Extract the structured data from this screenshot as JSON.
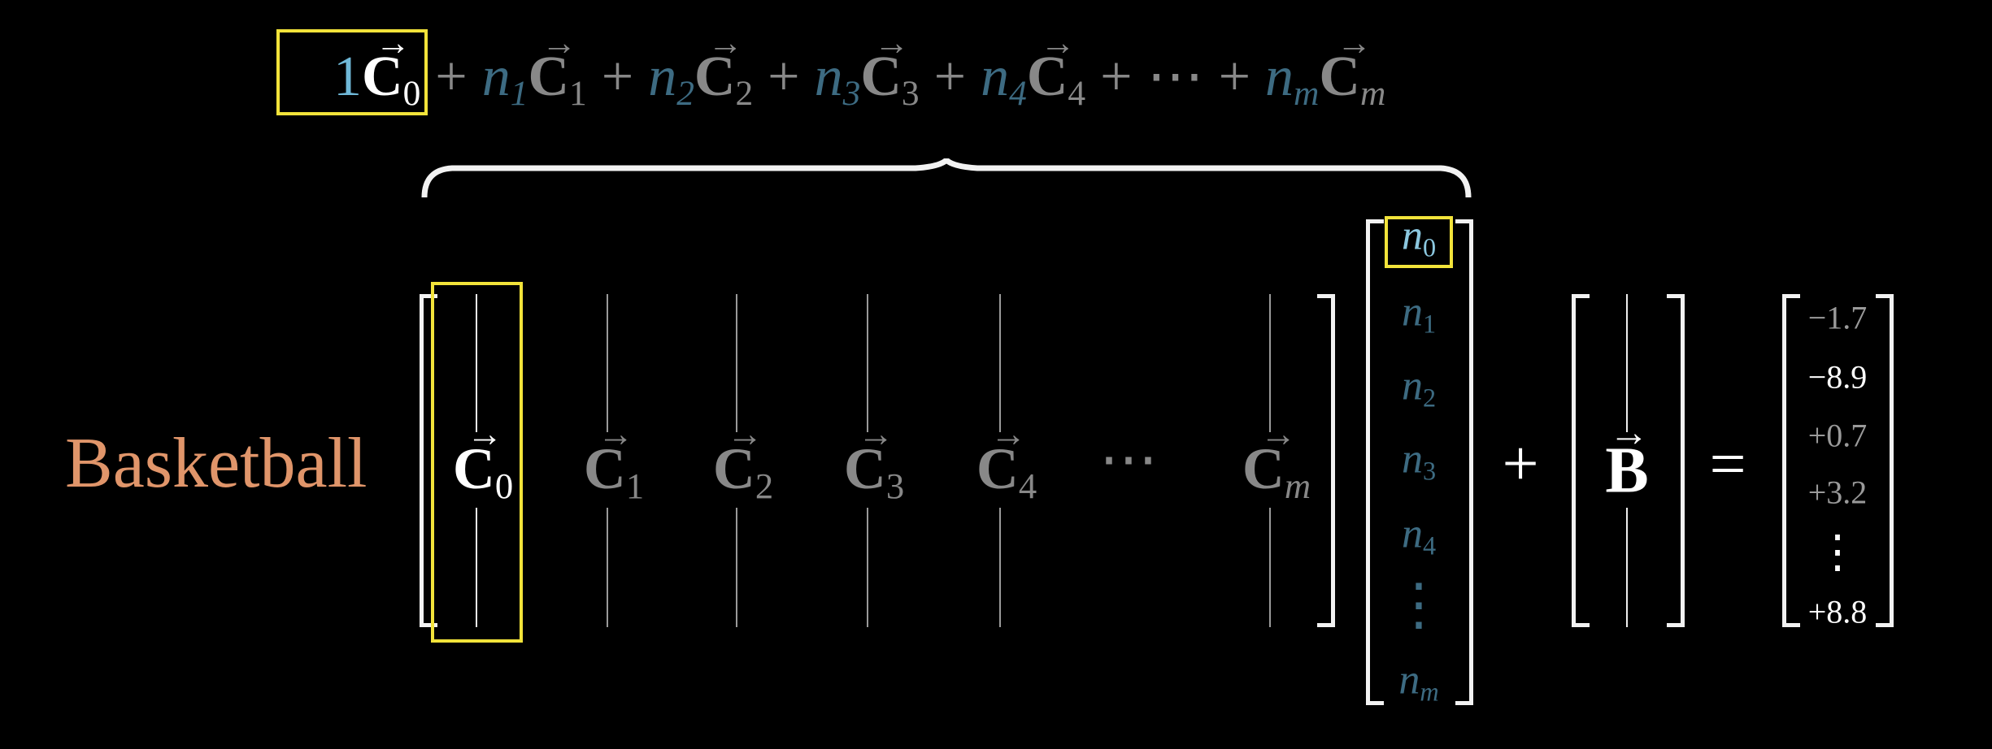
{
  "top_equation": {
    "terms": [
      {
        "coef": "1",
        "vec": "C",
        "sub": "0",
        "highlighted": true
      },
      {
        "coef": "n",
        "coef_sub": "1",
        "vec": "C",
        "sub": "1"
      },
      {
        "coef": "n",
        "coef_sub": "2",
        "vec": "C",
        "sub": "2"
      },
      {
        "coef": "n",
        "coef_sub": "3",
        "vec": "C",
        "sub": "3"
      },
      {
        "coef": "n",
        "coef_sub": "4",
        "vec": "C",
        "sub": "4"
      },
      {
        "ellipsis": "⋯"
      },
      {
        "coef": "n",
        "coef_sub": "m",
        "vec": "C",
        "sub": "m"
      }
    ],
    "plus": "+",
    "arrow": "→"
  },
  "row_label": "Basketball",
  "matrix": {
    "columns": [
      {
        "vec": "C",
        "sub": "0",
        "highlighted": true
      },
      {
        "vec": "C",
        "sub": "1"
      },
      {
        "vec": "C",
        "sub": "2"
      },
      {
        "vec": "C",
        "sub": "3"
      },
      {
        "vec": "C",
        "sub": "4"
      },
      {
        "ellipsis": "⋯"
      },
      {
        "vec": "C",
        "sub": "m"
      }
    ]
  },
  "coef_vector": [
    {
      "sym": "n",
      "sub": "0",
      "highlighted": true
    },
    {
      "sym": "n",
      "sub": "1"
    },
    {
      "sym": "n",
      "sub": "2"
    },
    {
      "sym": "n",
      "sub": "3"
    },
    {
      "sym": "n",
      "sub": "4"
    },
    {
      "vdots": "⋮"
    },
    {
      "sym": "n",
      "sub": "m"
    }
  ],
  "plus": "+",
  "bias": {
    "vec": "B"
  },
  "equals": "=",
  "result": [
    {
      "value": "−1.7",
      "bright": false
    },
    {
      "value": "−8.9",
      "bright": true
    },
    {
      "value": "+0.7",
      "bright": false
    },
    {
      "value": "+3.2",
      "bright": false
    },
    {
      "vdots": "⋮"
    },
    {
      "value": "+8.8",
      "bright": true
    }
  ],
  "colors": {
    "highlight": "#f2e33a",
    "coef": "#3d6b82",
    "coef_active": "#8cc8e0",
    "label": "#e0956a",
    "muted": "#888888"
  }
}
